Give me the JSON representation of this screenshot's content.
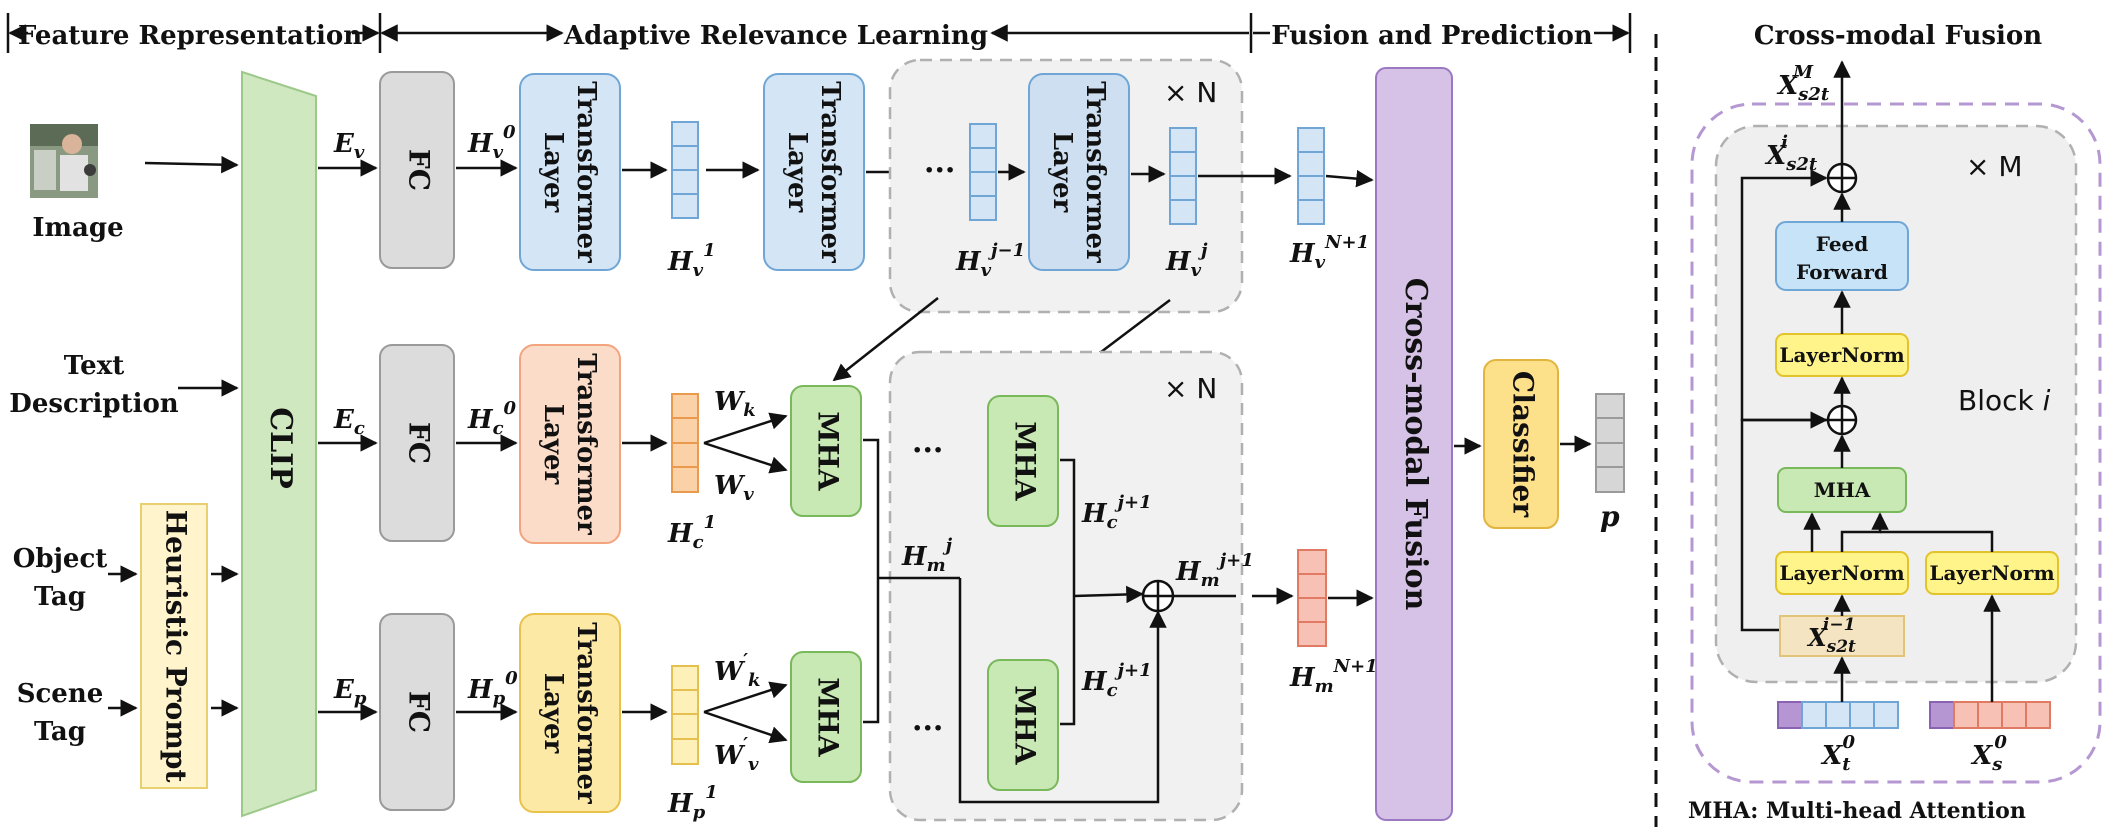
{
  "sections": {
    "feature": "Feature Representation",
    "relevance": "Adaptive Relevance Learning",
    "fusion": "Fusion and Prediction",
    "crossmodal_title": "Cross-modal Fusion"
  },
  "inputs": {
    "image": "Image",
    "text_l1": "Text",
    "text_l2": "Description",
    "object_l1": "Object",
    "object_l2": "Tag",
    "scene_l1": "Scene",
    "scene_l2": "Tag"
  },
  "blocks": {
    "clip": "CLIP",
    "heuristic": "Heuristic Prompt",
    "fc": "FC",
    "transformer_l1": "Transformer",
    "transformer_l2": "Layer",
    "mha": "MHA",
    "crossmodal": "Cross-modal Fusion",
    "classifier": "Classifier"
  },
  "repeat": {
    "n": "× N",
    "m": "× M"
  },
  "ellipsis": "···",
  "right_panel": {
    "feed_l1": "Feed",
    "feed_l2": "Forward",
    "layernorm": "LayerNorm",
    "mha": "MHA",
    "block": "Block",
    "block_i": "i",
    "legend": "MHA: Multi-head Attention"
  },
  "colors": {
    "blue_fill": "#d4e6f6",
    "blue_stroke": "#6fa6d6",
    "orange_fill": "#fbdcc8",
    "orange_stroke": "#f2a47f",
    "yellow_fill": "#fde9a6",
    "yellow_stroke": "#e9c24c",
    "green_fill": "#c8e8b4",
    "green_stroke": "#7ab85c",
    "purple_fill": "#d5c2e6",
    "purple_stroke": "#9a79c2",
    "gray_fill": "#dcdcdc",
    "gray_stroke": "#9a9a9a",
    "clip_fill": "#cfe8c0",
    "clip_stroke": "#9cc98a",
    "heur_fill": "#fff4cc",
    "heur_stroke": "#e8cf70",
    "classifier_fill": "#fde08a",
    "classifier_stroke": "#e1b540",
    "ln_fill": "#fff48a",
    "ln_stroke": "#e3c32c",
    "ff_fill": "#c7e3f8",
    "ff_stroke": "#6fa6d6",
    "red_fill": "#f8c1b5",
    "red_stroke": "#e07a62"
  }
}
